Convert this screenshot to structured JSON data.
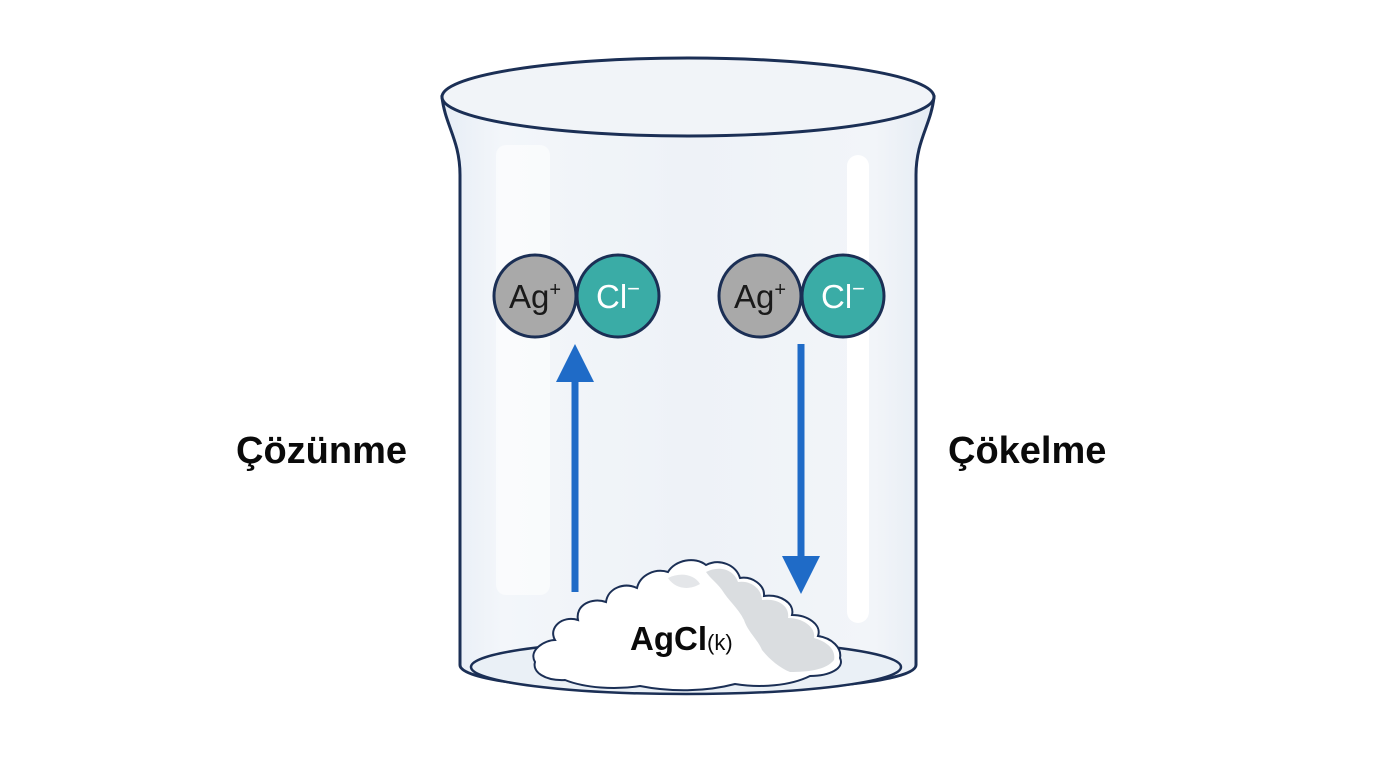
{
  "labels": {
    "dissolution": "Çözünme",
    "precipitation": "Çökelme"
  },
  "ion_pairs": [
    {
      "cation": {
        "symbol": "Ag",
        "charge": "+",
        "color": "#a9a9a9"
      },
      "anion": {
        "symbol": "Cl",
        "charge": "−",
        "color": "#3aaca6"
      }
    },
    {
      "cation": {
        "symbol": "Ag",
        "charge": "+",
        "color": "#a9a9a9"
      },
      "anion": {
        "symbol": "Cl",
        "charge": "−",
        "color": "#3aaca6"
      }
    }
  ],
  "solid": {
    "formula": "AgCl",
    "state": "(k)"
  },
  "colors": {
    "arrow": "#1f6bc7",
    "beaker_outline": "#1b2f55",
    "glass_fill": "#eef3f8"
  }
}
